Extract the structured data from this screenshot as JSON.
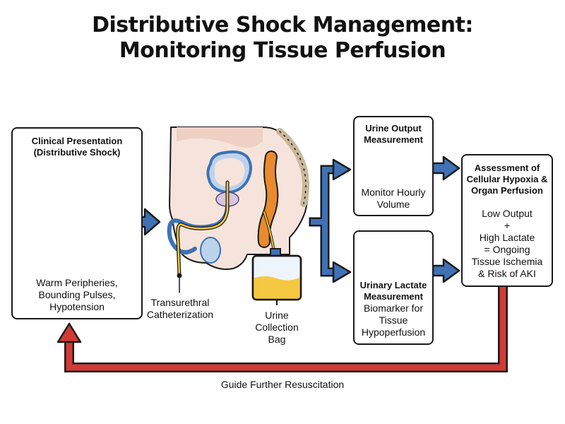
{
  "title_line1": "Distributive Shock Management:",
  "title_line2": "Monitoring Tissue Perfusion",
  "clinical": {
    "heading_line1": "Clinical Presentation",
    "heading_line2": "(Distributive Shock)",
    "signs_line1": "Warm Peripheries,",
    "signs_line2": "Bounding Pulses,",
    "signs_line3": "Hypotension"
  },
  "catheter": {
    "label_line1": "Transurethral",
    "label_line2": "Catheterization"
  },
  "bag": {
    "label_line1": "Urine",
    "label_line2": "Collection",
    "label_line3": "Bag"
  },
  "urine_output": {
    "heading_line1": "Urine Output",
    "heading_line2": "Measurement",
    "body_line1": "Monitor Hourly",
    "body_line2": "Volume"
  },
  "lactate": {
    "heading_line1": "Urinary Lactate",
    "heading_line2": "Measurement",
    "body_line1": "Biomarker for",
    "body_line2": "Tissue",
    "body_line3": "Hypoperfusion"
  },
  "assessment": {
    "heading_line1": "Assessment of",
    "heading_line2": "Cellular Hypoxia &",
    "heading_line3": "Organ Perfusion",
    "body_line1": "Low Output",
    "body_line2": "+",
    "body_line3": "High Lactate",
    "body_line4": "= Ongoing",
    "body_line5": "Tissue Ischemia",
    "body_line6": "& Risk of AKI"
  },
  "feedback_label": "Guide Further Resuscitation",
  "colors": {
    "arrow_blue": "#3f72b5",
    "arrow_red": "#d23a35",
    "urine_yellow": "#f5c842",
    "lactate_orange": "#e07040",
    "vessel_red": "#d63a33"
  }
}
